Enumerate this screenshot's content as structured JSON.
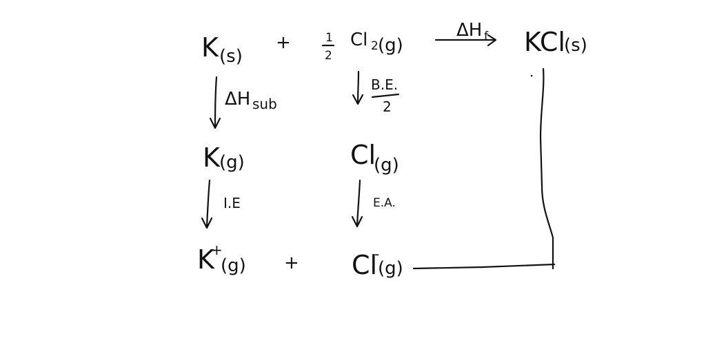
{
  "cycle": {
    "top_row": {
      "potassium_solid": {
        "symbol": "K",
        "state": "(s)"
      },
      "plus_1": "+",
      "half_chlorine": {
        "coefficient_numerator": "1",
        "coefficient_denominator": "2",
        "formula": "Cl",
        "subscript": "2",
        "state": "(g)"
      },
      "formation_label": "ΔH",
      "formation_subscript": "f",
      "product": {
        "formula": "KCl",
        "state": "(s)"
      }
    },
    "step_sublimation": {
      "label": "ΔH",
      "subscript": "sub"
    },
    "step_bond_energy": {
      "numerator": "B.E.",
      "denominator": "2"
    },
    "middle_row": {
      "potassium_gas": {
        "symbol": "K",
        "state": "(g)"
      },
      "chlorine_gas": {
        "symbol": "Cl",
        "state": "(g)"
      }
    },
    "step_ionization": {
      "label": "I.E"
    },
    "step_electron_affinity": {
      "label": "E.A."
    },
    "bottom_row": {
      "potassium_ion": {
        "symbol": "K",
        "charge": "+",
        "state": "(g)"
      },
      "plus_2": "+",
      "chloride_ion": {
        "symbol": "Cl",
        "charge": "-",
        "state": "(g)"
      }
    }
  }
}
